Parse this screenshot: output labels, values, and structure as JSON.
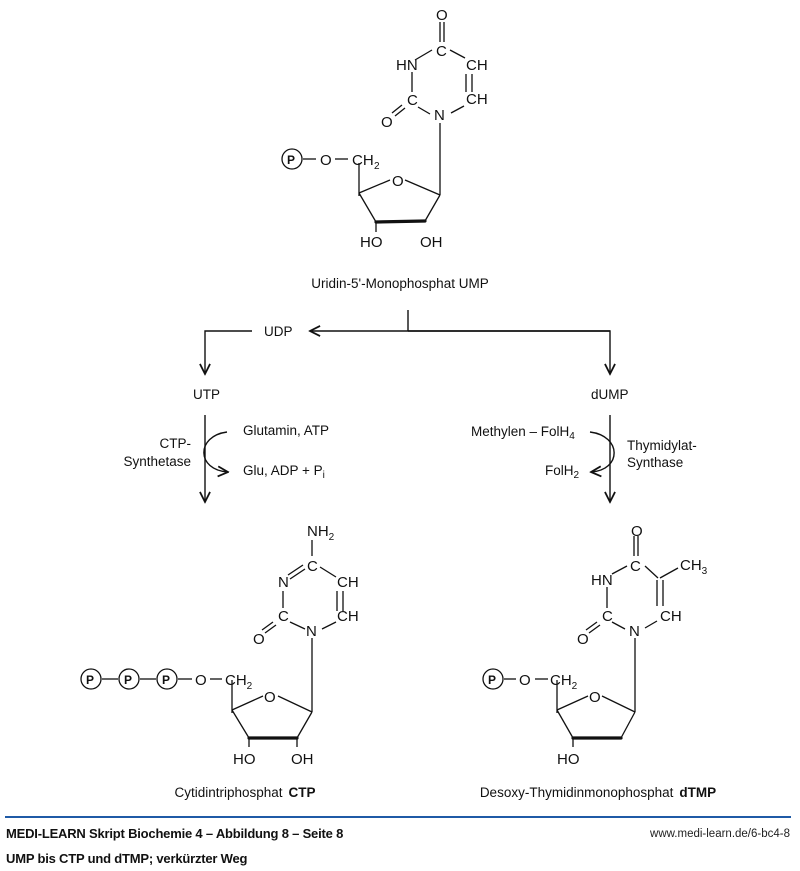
{
  "ump": {
    "atoms": {
      "o_top": "O",
      "c4": "C",
      "hn": "HN",
      "ch5": "CH",
      "c2": "C",
      "n1": "N",
      "ch6": "CH",
      "o2": "O",
      "p": "P",
      "o5": "O",
      "ch2": "CH",
      "ch2_sub": "2",
      "ring_o": "O",
      "ho": "HO",
      "oh": "OH"
    },
    "name": "Uridin-5'-Monophosphat  UMP"
  },
  "branch": {
    "udp": "UDP",
    "utp": "UTP",
    "dump": "dUMP"
  },
  "left_reaction": {
    "enzyme_line1": "CTP-",
    "enzyme_line2": "Synthetase",
    "substrate": "Glutamin, ATP",
    "products": "Glu, ADP + P",
    "products_sub": "i"
  },
  "right_reaction": {
    "substrate": "Methylen – FolH",
    "substrate_sub": "4",
    "product": "FolH",
    "product_sub": "2",
    "enzyme_line1": "Thymidylat-",
    "enzyme_line2": "Synthase"
  },
  "ctp": {
    "atoms": {
      "nh2": "NH",
      "nh2_sub": "2",
      "c4": "C",
      "n3": "N",
      "ch5": "CH",
      "c2": "C",
      "n1": "N",
      "ch6": "CH",
      "o2": "O",
      "p1": "P",
      "p2": "P",
      "p3": "P",
      "o5": "O",
      "ch2": "CH",
      "ch2_sub": "2",
      "ring_o": "O",
      "ho": "HO",
      "oh": "OH"
    },
    "name": "Cytidintriphosphat",
    "abbr": "CTP"
  },
  "dtmp": {
    "atoms": {
      "o_top": "O",
      "c4": "C",
      "ch3": "CH",
      "ch3_sub": "3",
      "hn": "HN",
      "c2": "C",
      "n1": "N",
      "ch6": "CH",
      "o2": "O",
      "p": "P",
      "o5": "O",
      "ch2": "CH",
      "ch2_sub": "2",
      "ring_o": "O",
      "ho": "HO"
    },
    "name": "Desoxy-Thymidinmonophosphat",
    "abbr": "dTMP"
  },
  "footer": {
    "title": "MEDI-LEARN Skript Biochemie 4 – Abbildung 8 – Seite 8",
    "subtitle": "UMP bis CTP und dTMP; verkürzter Weg",
    "url": "www.medi-learn.de/6-bc4-8",
    "line_color": "#1f5aa6"
  }
}
